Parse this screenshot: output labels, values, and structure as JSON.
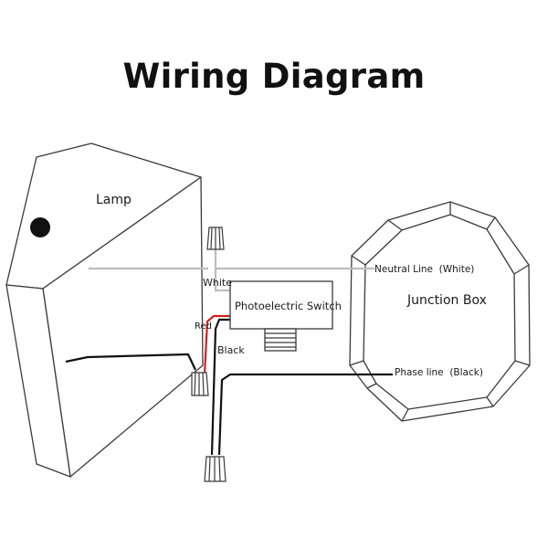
{
  "title": "Wiring Diagram",
  "labels": {
    "lamp": "Lamp",
    "junction_box": "Junction Box",
    "photoelectric_switch": "Photoelectric Switch",
    "white": "White",
    "red": "Red",
    "black": "Black",
    "neutral_line": "Neutral Line  (White)",
    "phase_line": "Phase line  (Black)"
  },
  "colors": {
    "outline": "#3a3a3a",
    "neutral_wire": "#bdbdbd",
    "red_wire": "#d42020",
    "black_wire": "#111111"
  }
}
